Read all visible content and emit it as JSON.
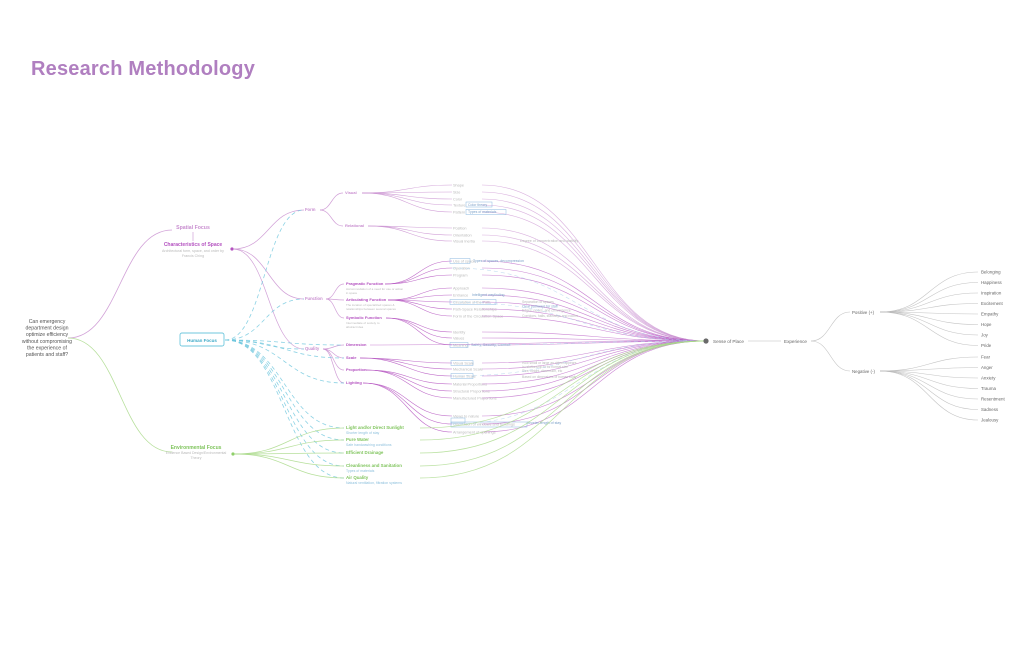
{
  "page": {
    "title": "Research Methodology",
    "question_lines": [
      "Can emergency",
      "department design",
      "optimize efficiency",
      "without compromising",
      "the experience of",
      "patients and staff?"
    ]
  },
  "colors": {
    "purple": "#c98fd0",
    "magenta": "#b452c0",
    "teal": "#6fc7dd",
    "green": "#a9d98a",
    "gray": "#b9b9b9",
    "title": "#b07fc0"
  },
  "spatial": {
    "label": "Spatial Focus",
    "characteristics": {
      "label": "Characteristics of Space",
      "sub": [
        "Architectural form, space, and order by",
        "Francis Ching"
      ]
    },
    "form": {
      "label": "Form"
    },
    "visual": {
      "label": "Visual",
      "items": [
        "Shape",
        "Size",
        "Color",
        "Texture",
        "Pattern"
      ]
    },
    "visual_notes": [
      "Color theory",
      "Types of materials"
    ],
    "relational": {
      "label": "Relational",
      "items": [
        "Position",
        "Orientation",
        "Visual Inertia"
      ]
    },
    "relational_note": "Degree of concentration and stability",
    "function": {
      "label": "Function"
    },
    "pragmatic": {
      "label": "Pragmatic Function",
      "sub": [
        "Accommodation of a need for use or action",
        "in space"
      ],
      "items": [
        "Use of space",
        "Operation",
        "Program"
      ]
    },
    "pragmatic_note": "Types of spaces, decompression",
    "articulating": {
      "label": "Articulating Function",
      "sub": [
        "The location of specialized spaces &",
        "relationships between several spaces"
      ],
      "items": [
        "Approach",
        "Entrance",
        "Circulation of the Path",
        "Path-Space Relationships",
        "Form of the Circulation Space"
      ]
    },
    "articulating_notes": [
      "Intelligent wayfinding",
      "Separation of spaces",
      "Clear pathways for staff",
      "Edges, nodes, and convergence",
      "Corridors, halls, stairways and rooms"
    ],
    "symbolic": {
      "label": "Symbolic Function",
      "sub": [
        "Intermediate of society to",
        "abstract idea"
      ],
      "items": [
        "Identity",
        "Values",
        "Meaning"
      ]
    },
    "symbolic_note": "Safety, Security, Comfort",
    "quality": {
      "label": "Quality"
    },
    "dimension": {
      "label": "Dimension"
    },
    "scale": {
      "label": "Scale",
      "items": [
        "Visual Scale",
        "Mechanical Scale",
        "Human Scale"
      ]
    },
    "scale_notes": [
      "How small or large an object appears",
      "in relationship to its normal size",
      "Size, height, dimension, etc",
      "Based on dimensions of human body"
    ],
    "proportion": {
      "label": "Proportion",
      "items": [
        "Material Proportions",
        "Structural Proportions",
        "Manufactured Proportions"
      ]
    },
    "lighting": {
      "label": "Lighting",
      "items": [
        "Views to nature",
        "Orientation of windows and buildings",
        "Arrangement of openings"
      ]
    },
    "lighting_note": "Shorter length of stay"
  },
  "human": {
    "label": "Human Focus"
  },
  "environmental": {
    "label": "Environmental Focus",
    "sub": [
      "Evidence Based Design/Environmental",
      "Theory"
    ],
    "items": [
      {
        "label": "Light and/or Direct Sunlight",
        "sub": "Shorter length of stay"
      },
      {
        "label": "Pure Water",
        "sub": "Safe handwashing conditions"
      },
      {
        "label": "Efficient Drainage",
        "sub": ""
      },
      {
        "label": "Cleanliness and Sanitation",
        "sub": "Types of materials"
      },
      {
        "label": "Air Quality",
        "sub": "Natural ventilation, filtration systems"
      }
    ]
  },
  "outcome": {
    "hub": "Sense of Place",
    "experience": "Experience",
    "positive": {
      "label": "Positive (+)",
      "items": [
        "Belonging",
        "Happiness",
        "Inspiration",
        "Excitement",
        "Empathy",
        "Hope",
        "Joy",
        "Pride"
      ]
    },
    "negative": {
      "label": "Negative (-)",
      "items": [
        "Fear",
        "Anger",
        "Anxiety",
        "Trauma",
        "Resentment",
        "Sadness",
        "Jealousy"
      ]
    }
  }
}
